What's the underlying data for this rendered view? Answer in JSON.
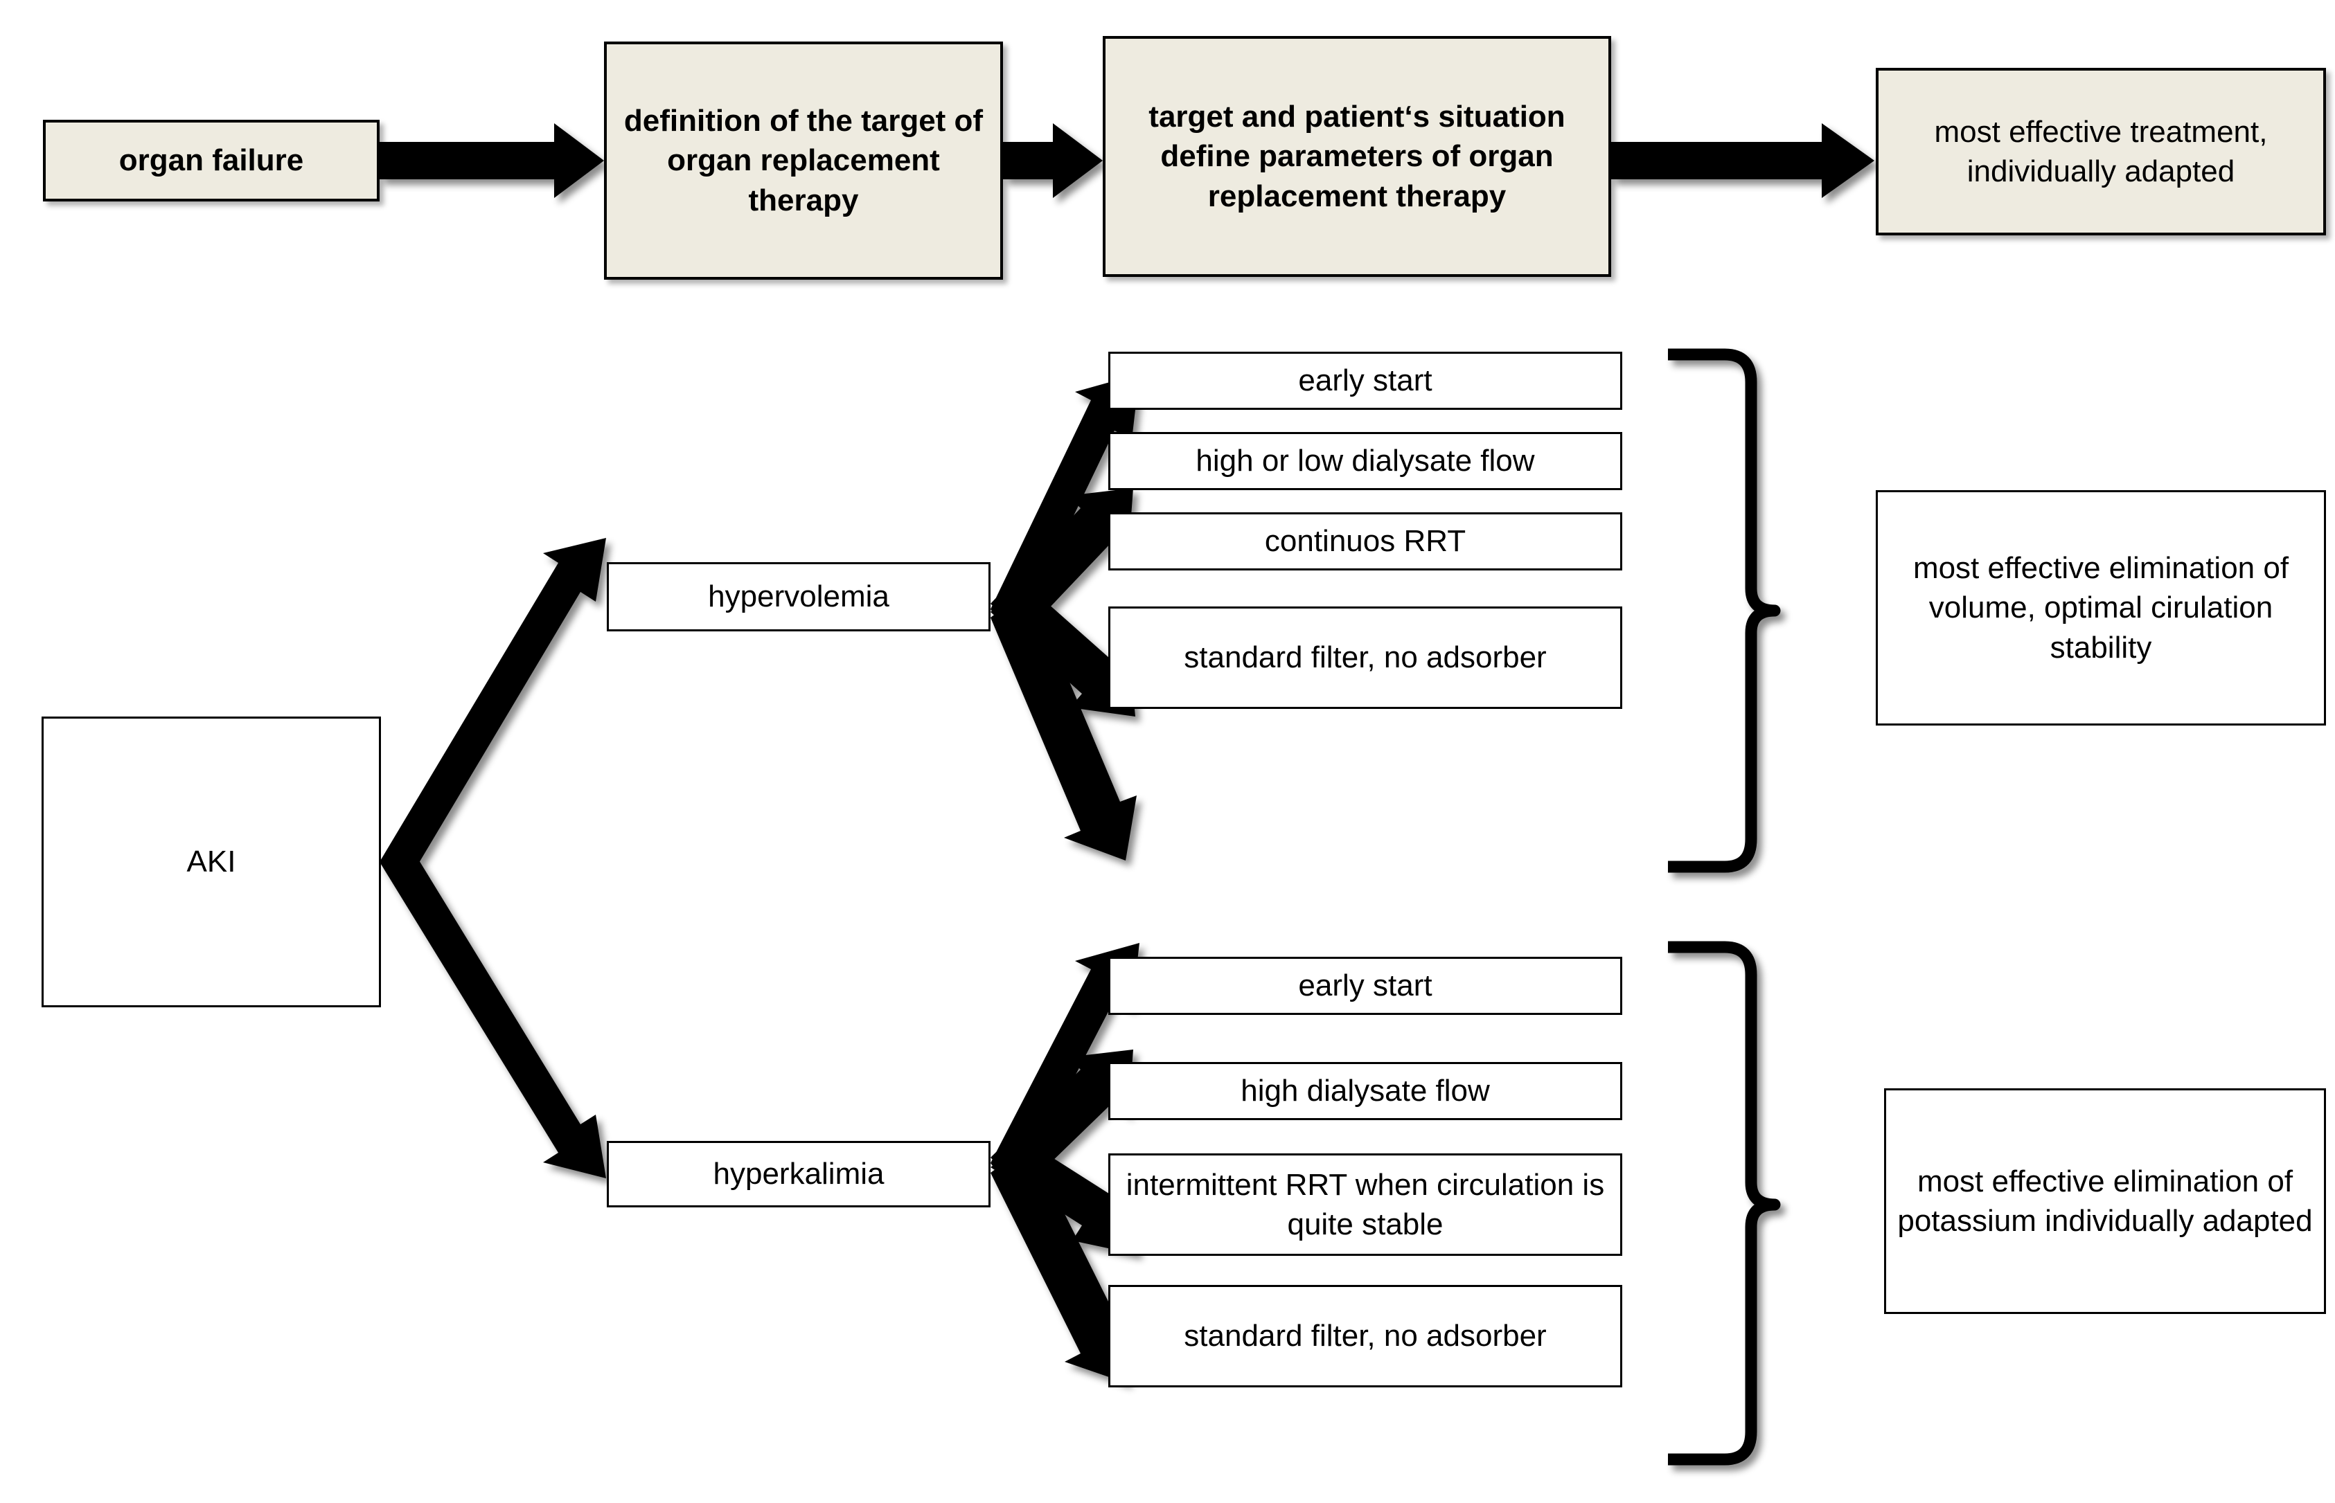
{
  "diagram": {
    "title_flow_top": [
      {
        "id": "organ-failure",
        "label": "organ failure",
        "style": "beige-bold"
      },
      {
        "id": "definition-target",
        "label": "definition of the target of organ replacement therapy",
        "style": "beige-bold"
      },
      {
        "id": "target-patient-situation",
        "label": "target and patient‘s situation define parameters of organ replacement therapy",
        "style": "beige-bold"
      },
      {
        "id": "most-effective-treatment",
        "label": "most effective treatment, individually adapted",
        "style": "beige-normal"
      }
    ],
    "root": {
      "id": "aki",
      "label": "AKI",
      "style": "white-bold"
    },
    "branches": [
      {
        "id": "hypervolemia",
        "label": "hypervolemia",
        "treatments": [
          {
            "id": "hv-early-start",
            "label": "early start"
          },
          {
            "id": "hv-dialysate-flow",
            "label": "high or low dialysate flow"
          },
          {
            "id": "hv-continuos-rrt",
            "label": "continuos RRT"
          },
          {
            "id": "hv-standard-filter",
            "label": "standard filter, no adsorber"
          }
        ],
        "outcome": {
          "id": "hv-outcome",
          "label": "most effective elimination of volume, optimal cirulation stability"
        }
      },
      {
        "id": "hyperkalimia",
        "label": "hyperkalimia",
        "treatments": [
          {
            "id": "hk-early-start",
            "label": "early start"
          },
          {
            "id": "hk-dialysate-flow",
            "label": "high dialysate flow"
          },
          {
            "id": "hk-intermittent-rrt",
            "label": "intermittent RRT when circulation is quite stable"
          },
          {
            "id": "hk-standard-filter",
            "label": "standard filter, no adsorber"
          }
        ],
        "outcome": {
          "id": "hk-outcome",
          "label": "most effective elimination of potassium individually adapted"
        }
      }
    ],
    "colors": {
      "box_fill_beige": "#EEEBE0",
      "box_fill_white": "#FFFFFF",
      "border": "#000000",
      "background": "#FFFFFF"
    }
  }
}
